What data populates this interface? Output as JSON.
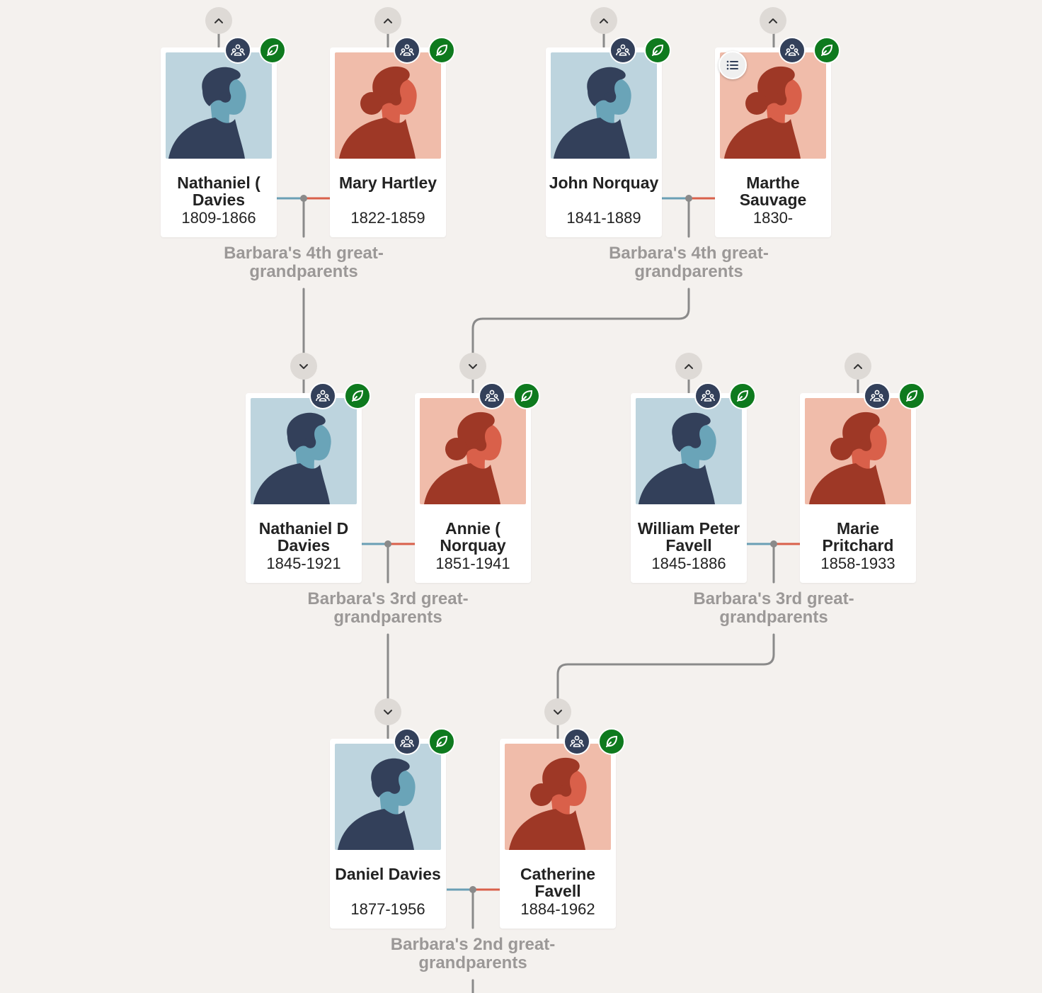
{
  "colors": {
    "background": "#f4f1ee",
    "male_bg": "#bdd4de",
    "female_bg": "#f0bcaa",
    "family_badge": "#33405a",
    "hint_badge": "#0e7a1e",
    "connector": "#8a8a8a",
    "male_line": "#6a9fb5",
    "female_line": "#d9604a",
    "label_gray": "#9b9897"
  },
  "people": [
    {
      "name": "Nathaniel ( Davies",
      "years": "1809-1866",
      "gender": "male"
    },
    {
      "name": "Mary Hartley",
      "years": "1822-1859",
      "gender": "female"
    },
    {
      "name": "John Norquay",
      "years": "1841-1889",
      "gender": "male"
    },
    {
      "name": "Marthe Sauvage",
      "years": "1830-",
      "gender": "female"
    },
    {
      "name": "Nathaniel D Davies",
      "years": "1845-1921",
      "gender": "male"
    },
    {
      "name": "Annie ( Norquay",
      "years": "1851-1941",
      "gender": "female"
    },
    {
      "name": "William Peter Favell",
      "years": "1845-1886",
      "gender": "male"
    },
    {
      "name": "Marie Pritchard",
      "years": "1858-1933",
      "gender": "female"
    },
    {
      "name": "Daniel Davies",
      "years": "1877-1956",
      "gender": "male"
    },
    {
      "name": "Catherine Favell",
      "years": "1884-1962",
      "gender": "female"
    }
  ],
  "relationships": [
    "Barbara's 4th great-grandparents",
    "Barbara's 4th great-grandparents",
    "Barbara's 3rd great-grandparents",
    "Barbara's 3rd great-grandparents",
    "Barbara's 2nd great-grandparents"
  ],
  "icons": {
    "family": "family-group-icon",
    "hint": "leaf-hint-icon",
    "menu": "list-menu-icon",
    "expand_up": "chevron-up-icon",
    "expand_down": "chevron-down-icon"
  }
}
